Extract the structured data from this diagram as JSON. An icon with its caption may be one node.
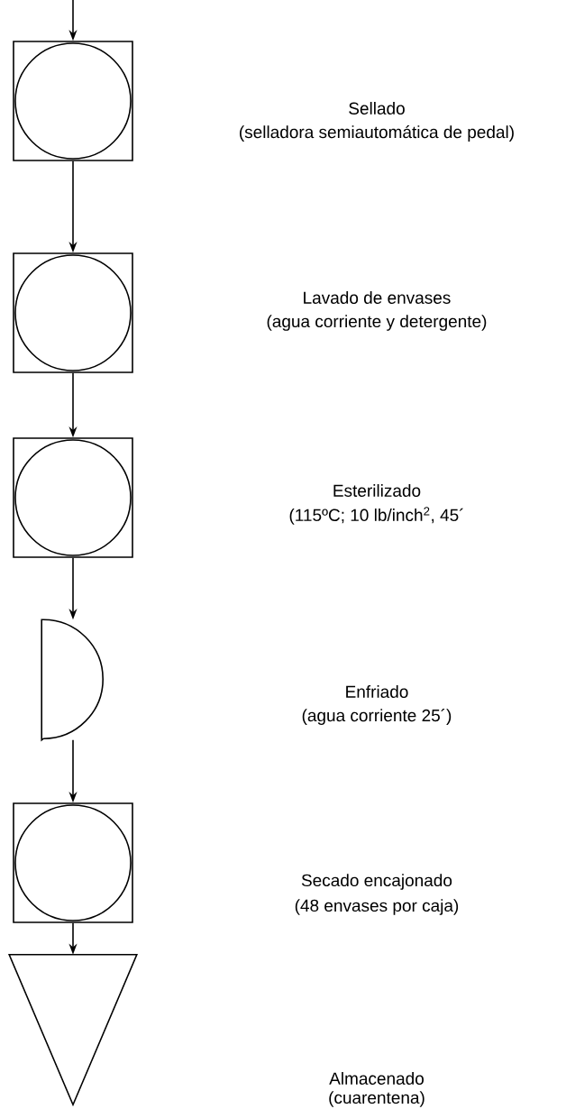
{
  "diagram": {
    "nodes": [
      {
        "text": [],
        "shape": "box",
        "beside": [
          "Sellado",
          "(selladora semiautomática de pedal)"
        ]
      },
      {
        "text": [],
        "shape": "box",
        "beside": [
          "Lavado de envases",
          "(agua corriente y detergente)"
        ]
      },
      {
        "text": [],
        "shape": "box",
        "beside": [
          "Esterilizado",
          "(115ºC; 10 lb/inch$^{2}$, 45´"
        ]
      },
      {
        "text": [],
        "shape": "semicircle",
        "beside": [
          "Enfriado",
          "(agua corriente 25´)"
        ]
      },
      {
        "text": [],
        "shape": "box",
        "beside": [
          "Secado encajonado",
          "(48 envases por caja)"
        ]
      },
      {
        "text": [],
        "shape": "triangle",
        "beside": [
          "Almacenado",
          "(cuarentena)"
        ]
      }
    ],
    "edges": [
      {
        "from": null,
        "to": 0,
        "arrow": "to"
      },
      {
        "from": 0,
        "to": 1,
        "arrow": "to"
      },
      {
        "from": 1,
        "to": 2,
        "arrow": "to"
      },
      {
        "from": 2,
        "to": 3,
        "arrow": "to"
      },
      {
        "from": 3,
        "to": 4,
        "arrow": "to"
      },
      {
        "from": 4,
        "to": 5,
        "arrow": "to"
      }
    ]
  }
}
